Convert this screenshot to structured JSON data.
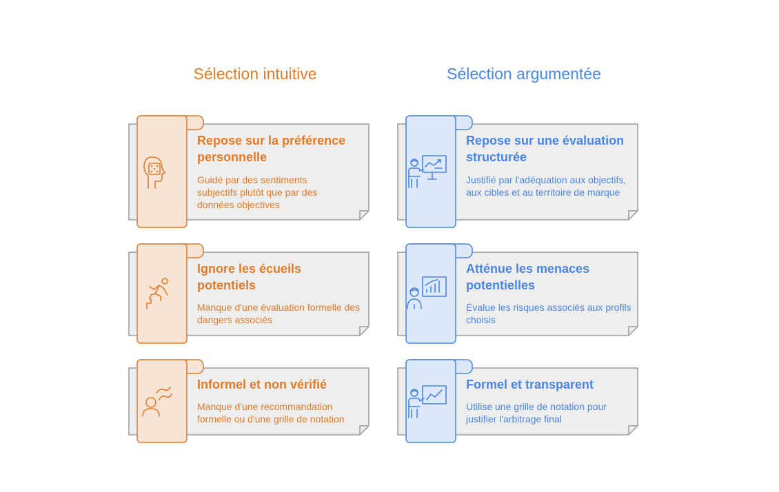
{
  "columns": [
    {
      "title": "Sélection intuitive",
      "color": "#e07b28",
      "items": [
        {
          "title": "Repose sur la préférence personnelle",
          "desc": "Guidé par des sentiments subjectifs plutôt que par des données objectives",
          "icon": "head-dice-icon"
        },
        {
          "title": "Ignore les écueils potentiels",
          "desc": "Manque d'une évaluation formelle des dangers associés",
          "icon": "falling-person-icon"
        },
        {
          "title": "Informel et non vérifié",
          "desc": "Manque d'une recommandation formelle ou d'une grille de notation",
          "icon": "person-wave-icon"
        }
      ]
    },
    {
      "title": "Sélection argumentée",
      "color": "#4a86e0",
      "items": [
        {
          "title": "Repose sur une évaluation structurée",
          "desc": "Justifié par l'adéquation aux objectifs, aux cibles et au territoire de marque",
          "icon": "presenter-chart-icon"
        },
        {
          "title": "Atténue les menaces potentielles",
          "desc": "Évalue les risques associés aux profils choisis",
          "icon": "person-bar-chart-icon"
        },
        {
          "title": "Formel et transparent",
          "desc": "Utilise une grille de notation pour justifier l'arbitrage final",
          "icon": "presenter-board-icon"
        }
      ]
    }
  ]
}
